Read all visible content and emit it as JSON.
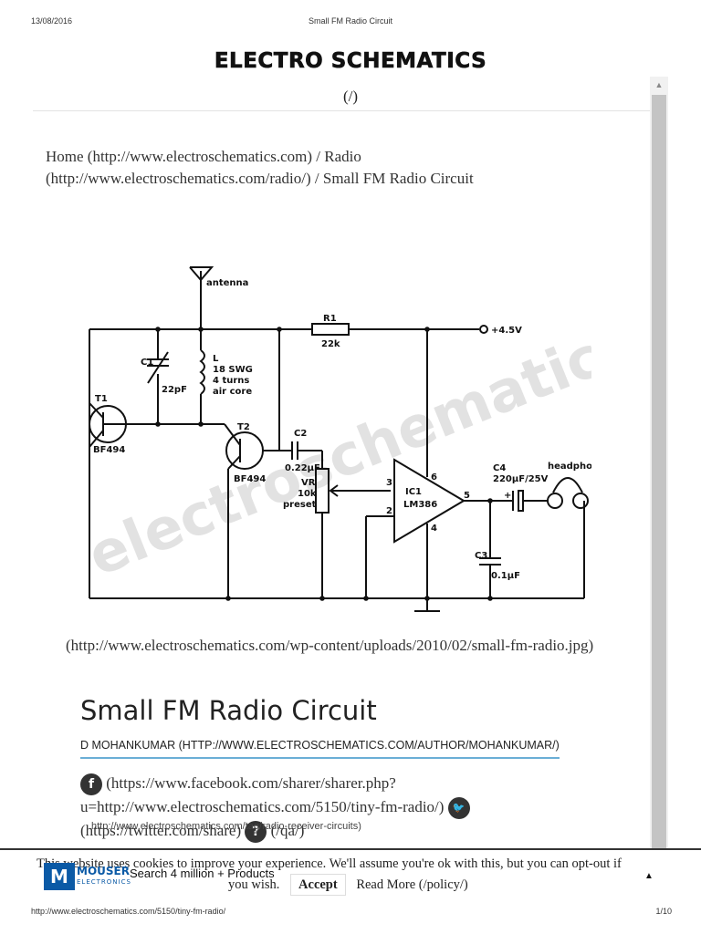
{
  "print_header": {
    "date": "13/08/2016",
    "title": "Small FM Radio Circuit"
  },
  "site": {
    "logo": "ELECTRO SCHEMATICS",
    "logo_link": "(/)"
  },
  "breadcrumb": "Home (http://www.electroschematics.com) / Radio (http://www.electroschematics.com/radio/) / Small FM Radio Circuit",
  "schematic": {
    "watermark": "electroschematics.com",
    "labels": {
      "antenna": "antenna",
      "r1": "R1",
      "r1_value": "22k",
      "supply": "+4.5V",
      "c1": "C1",
      "c1_value": "22pF",
      "l": "L",
      "l_spec1": "18 SWG",
      "l_spec2": "4 turns",
      "l_spec3": "air core",
      "t1": "T1",
      "t1_type": "BF494",
      "t2": "T2",
      "t2_type": "BF494",
      "c2": "C2",
      "c2_value": "0.22µF",
      "vr": "VR",
      "vr_value": "10k",
      "vr_type": "preset",
      "ic1": "IC1",
      "ic1_type": "LM386",
      "pin3": "3",
      "pin2": "2",
      "pin6": "6",
      "pin4": "4",
      "pin5": "5",
      "c4": "C4",
      "c4_value": "220µF/25V",
      "c4_plus": "+",
      "headphone": "headphone",
      "c3": "C3",
      "c3_value": "0.1µF"
    }
  },
  "image_link": "(http://www.electroschematics.com/wp-content/uploads/2010/02/small-fm-radio.jpg)",
  "post": {
    "title": "Small FM Radio Circuit",
    "author": "D MOHANKUMAR (HTTP://WWW.ELECTROSCHEMATICS.COM/AUTHOR/MOHANKUMAR/)"
  },
  "share": {
    "facebook_line1": "(https://www.facebook.com/sharer/sharer.php?",
    "facebook_line2": "u=http://www.electroschematics.com/5150/tiny-fm-radio/)",
    "twitter_line": "(https://twitter.com/share)",
    "qa_link": "(/qa/)",
    "facebook_glyph": "f",
    "qa_glyph": "?",
    "tags_overlap": "http://www.electroschematics.com/tag/radio-receiver-circuits)"
  },
  "cookie": {
    "line1": "This website uses cookies to improve your experience. We'll assume you're ok with this, but you can opt-out if",
    "line2": "you wish.",
    "accept": "Accept",
    "read_more": "Read More (/policy/)"
  },
  "ad": {
    "brand": "MOUSER",
    "brand_sub": "ELECTRONICS",
    "badge": "M",
    "promo": "Search 4 million + Products"
  },
  "print_footer": {
    "url": "http://www.electroschematics.com/5150/tiny-fm-radio/",
    "page": "1/10"
  }
}
